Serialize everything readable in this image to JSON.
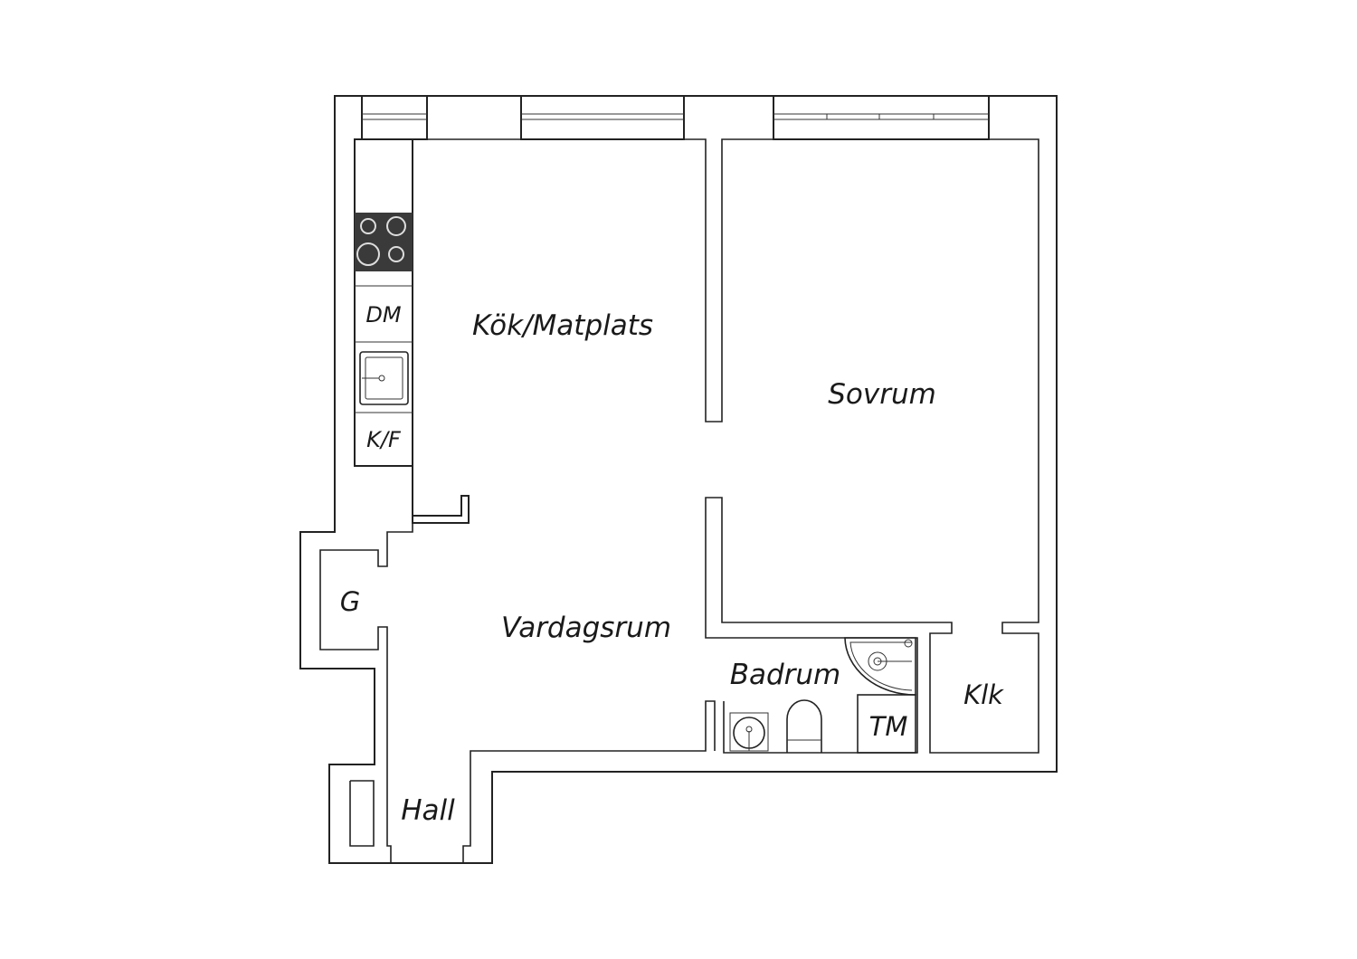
{
  "rooms": {
    "kitchen": "Kök/Matplats",
    "bedroom": "Sovrum",
    "living": "Vardagsrum",
    "bathroom": "Badrum",
    "hall": "Hall",
    "closet": "Klk",
    "wardrobe": "G",
    "dishwasher": "DM",
    "fridge_freezer": "K/F",
    "washing_machine": "TM"
  },
  "colors": {
    "wall_stroke": "#222222",
    "stove": "#3a3a3a",
    "background": "#ffffff"
  }
}
